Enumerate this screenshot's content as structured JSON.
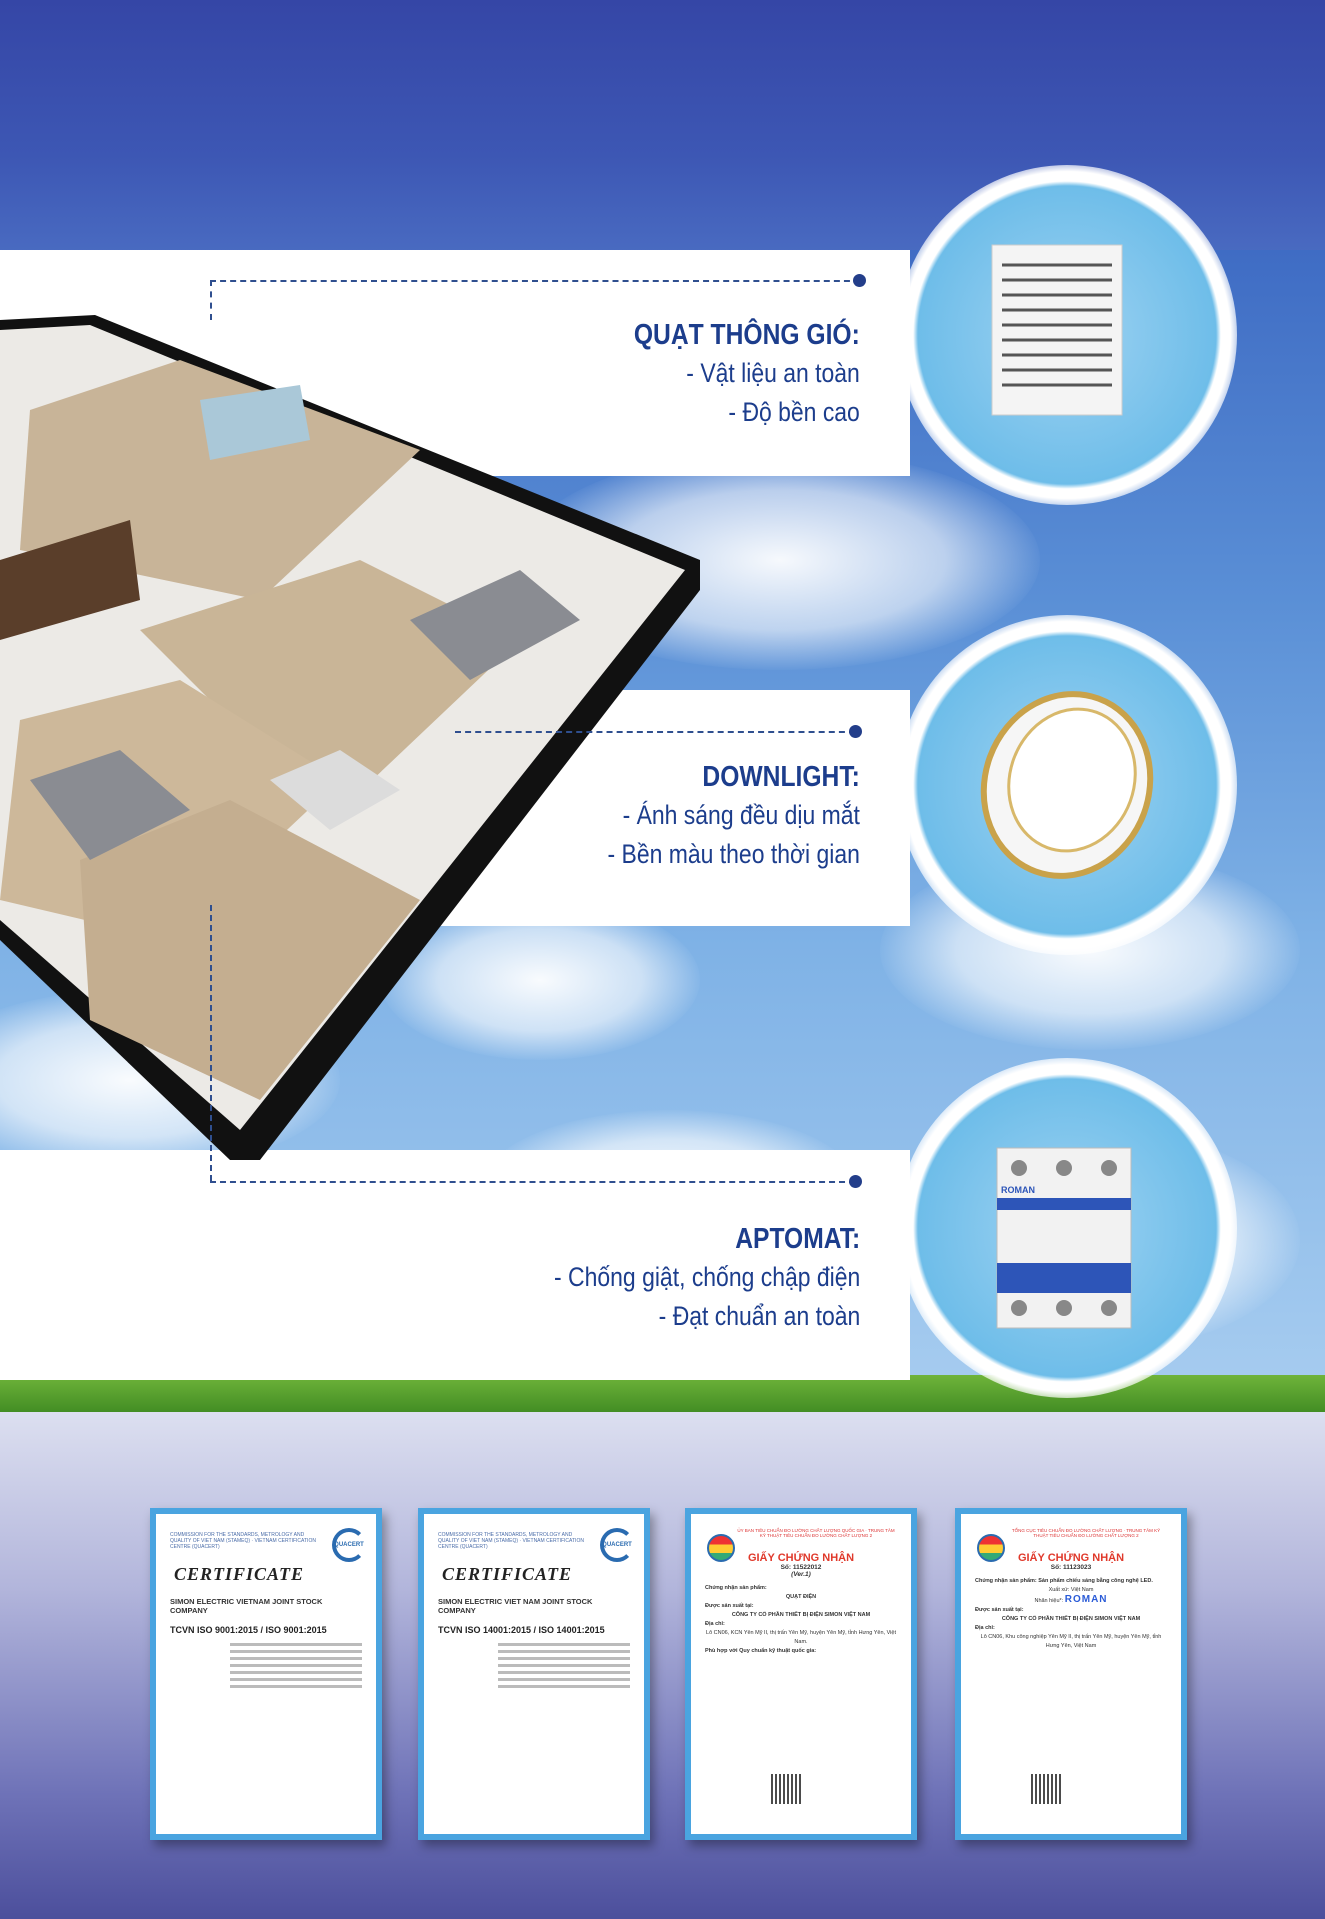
{
  "features": [
    {
      "title": "QUẠT THÔNG GIÓ:",
      "points": [
        "- Vật liệu an toàn",
        "- Độ bền cao"
      ],
      "product_icon": "ventilation-fan"
    },
    {
      "title": "DOWNLIGHT:",
      "points": [
        "- Ánh sáng đều dịu mắt",
        "- Bền màu theo thời gian"
      ],
      "product_icon": "downlight"
    },
    {
      "title": "APTOMAT:",
      "points": [
        "- Chống giật, chống chập điện",
        "- Đạt chuẩn an toàn"
      ],
      "product_icon": "circuit-breaker"
    }
  ],
  "product_brand": "ROMAN",
  "certificates": [
    {
      "header": "COMMISSION FOR THE STANDARDS, METROLOGY AND QUALITY OF VIET NAM (STAMEQ) · VIETNAM CERTIFICATION CENTRE (QUACERT)",
      "title": "CERTIFICATE",
      "company": "SIMON ELECTRIC VIETNAM JOINT STOCK COMPANY",
      "standard": "TCVN ISO 9001:2015 / ISO 9001:2015",
      "badge": "QUACERT"
    },
    {
      "header": "COMMISSION FOR THE STANDARDS, METROLOGY AND QUALITY OF VIET NAM (STAMEQ) · VIETNAM CERTIFICATION CENTRE (QUACERT)",
      "title": "CERTIFICATE",
      "company": "SIMON ELECTRIC VIET NAM JOINT STOCK COMPANY",
      "standard": "TCVN ISO 14001:2015 / ISO 14001:2015",
      "badge": "QUACERT"
    },
    {
      "header": "ỦY BAN TIÊU CHUẨN ĐO LƯỜNG CHẤT LƯỢNG QUỐC GIA · TRUNG TÂM KỸ THUẬT TIÊU CHUẨN ĐO LƯỜNG CHẤT LƯỢNG 2",
      "title": "GIẤY CHỨNG NHẬN",
      "number": "Số: 11522012",
      "version": "(Ver.1)",
      "product_label": "Chứng nhận sản phẩm:",
      "product": "QUẠT ĐIỆN",
      "made_at_label": "Được sản xuất tại:",
      "company": "CÔNG TY CỔ PHẦN THIẾT BỊ ĐIỆN SIMON VIỆT NAM",
      "address_label": "Địa chỉ:",
      "address": "Lô CN06, KCN Yên Mỹ II, thị trấn Yên Mỹ, huyện Yên Mỹ, tỉnh Hưng Yên, Việt Nam.",
      "conform_label": "Phù hợp với Quy chuẩn kỹ thuật quốc gia:"
    },
    {
      "header": "TỔNG CỤC TIÊU CHUẨN ĐO LƯỜNG CHẤT LƯỢNG · TRUNG TÂM KỸ THUẬT TIÊU CHUẨN ĐO LƯỜNG CHẤT LƯỢNG 2",
      "title": "GIẤY CHỨNG NHẬN",
      "number": "Số: 11123023",
      "product_label": "Chứng nhận sản phẩm: Sản phẩm chiếu sáng bằng công nghệ LED.",
      "origin": "Xuất xứ: Việt Nam",
      "brand_label": "Nhãn hiệu*:",
      "brand": "ROMAN",
      "made_at_label": "Được sản xuất tại:",
      "company": "CÔNG TY CỔ PHẦN THIẾT BỊ ĐIỆN SIMON VIỆT NAM",
      "address_label": "Địa chỉ:",
      "address": "Lô CN06, Khu công nghiệp Yên Mỹ II, thị trấn Yên Mỹ, huyện Yên Mỹ, tỉnh Hưng Yên, Việt Nam"
    }
  ],
  "colors": {
    "heading": "#1c3d8c",
    "cert_border": "#4aa4e0",
    "cert_title_red": "#e0392b"
  }
}
